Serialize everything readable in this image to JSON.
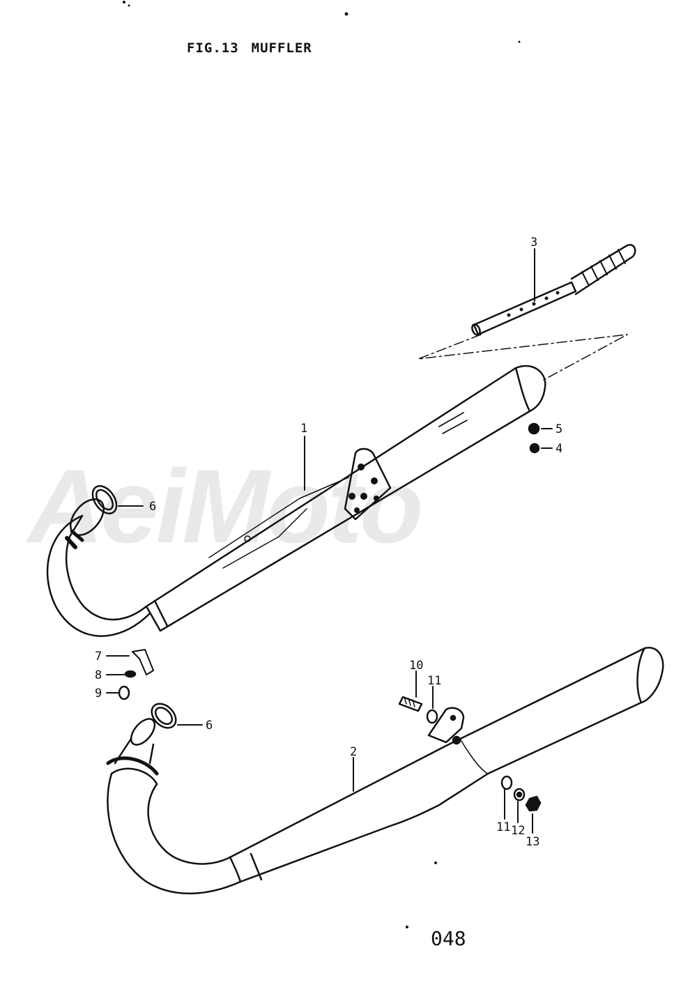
{
  "figure": {
    "number": "FIG.13",
    "title": "MUFFLER"
  },
  "watermark": "AeiMoto",
  "page_number": "048",
  "callouts": [
    "1",
    "2",
    "3",
    "4",
    "5",
    "6",
    "6",
    "7",
    "8",
    "9",
    "10",
    "11",
    "11",
    "12",
    "13"
  ]
}
